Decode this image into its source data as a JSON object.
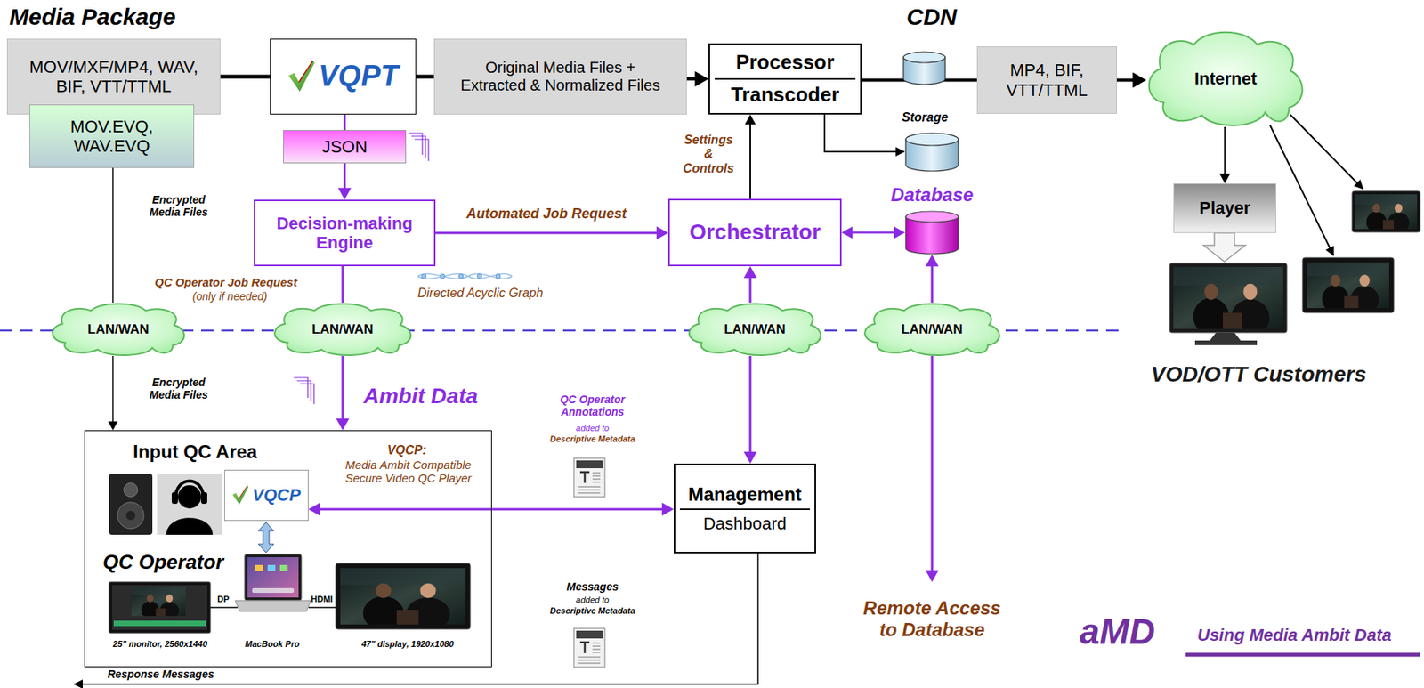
{
  "diagram": {
    "nodes": [
      {
        "text": [
          "MOV/MXF/MP4, WAV, BIF, VTT/TTML"
        ]
      },
      {
        "text": [
          "MOV.EVQ, WAV.EVQ"
        ]
      },
      {
        "text": [
          "VQPT"
        ]
      },
      {
        "text": [
          "JSON"
        ]
      },
      {
        "text": [
          "Original Media Files + Extracted & Normalized Files"
        ]
      },
      {
        "text": [
          "Processor",
          "Transcoder"
        ]
      },
      {
        "text": [
          "MP4, BIF, VTT/TTML"
        ]
      },
      {
        "text": [
          "Internet"
        ]
      },
      {
        "text": [
          "Player"
        ]
      },
      {
        "text": [
          "Decision-making Engine"
        ]
      },
      {
        "text": [
          "Orchestrator"
        ]
      },
      {
        "text": [
          "Database"
        ]
      },
      {
        "text": [
          "LAN/WAN"
        ]
      },
      {
        "text": [
          "LAN/WAN"
        ]
      },
      {
        "text": [
          "LAN/WAN"
        ]
      },
      {
        "text": [
          "LAN/WAN"
        ]
      },
      {
        "text": [
          "Input QC Area"
        ]
      },
      {
        "text": [
          "VQCP"
        ],
        "in": 16
      },
      {
        "text": [
          "Management",
          "Dashboard"
        ]
      },
      {
        "text": [
          "Remote Access to Database"
        ]
      }
    ],
    "edges": [
      {
        "from": 0,
        "to": 2,
        "arrow": "none"
      },
      {
        "from": 2,
        "to": 4,
        "arrow": "none"
      },
      {
        "from": 4,
        "to": 5,
        "arrow": "to"
      },
      {
        "from": 5,
        "to": 6,
        "arrow": "none"
      },
      {
        "from": 6,
        "to": 7,
        "arrow": "to"
      },
      {
        "from": 7,
        "to": 8,
        "arrow": "to"
      },
      {
        "from": 2,
        "to": 3,
        "arrow": "none"
      },
      {
        "from": 3,
        "to": 9,
        "arrow": "to"
      },
      {
        "from": 9,
        "to": 10,
        "arrow": "to"
      },
      {
        "from": 10,
        "to": 5,
        "arrow": "to"
      },
      {
        "from": 10,
        "to": 11,
        "arrow": "both"
      },
      {
        "from": 1,
        "to": 12,
        "arrow": "none"
      },
      {
        "from": 12,
        "to": 16,
        "arrow": "to"
      },
      {
        "from": 9,
        "to": 13,
        "arrow": "none"
      },
      {
        "from": 13,
        "to": 16,
        "arrow": "to"
      },
      {
        "from": 14,
        "to": 10,
        "arrow": "to"
      },
      {
        "from": 14,
        "to": 18,
        "arrow": "to"
      },
      {
        "from": 15,
        "to": 11,
        "arrow": "to"
      },
      {
        "from": 15,
        "to": 19,
        "arrow": "to"
      },
      {
        "from": 17,
        "to": 18,
        "arrow": "both"
      }
    ],
    "labels": [
      "Media Package",
      "CDN",
      "Storage",
      "Encrypted Media Files",
      "QC Operator Job Request",
      "(only if needed)",
      "Automated Job Request",
      "Directed Acyclic Graph",
      "Settings & Controls",
      "VOD/OTT Customers",
      "Encrypted Media Files",
      "Ambit Data",
      "QC Operator Annotations",
      "added to",
      "Descriptive Metadata",
      "VQCP:",
      "Media Ambit Compatible Secure Video QC Player",
      "QC Operator",
      "DP",
      "HDMI",
      "25\" monitor, 2560x1440",
      "MacBook Pro",
      "47\" display, 1920x1080",
      "Messages",
      "added to",
      "Descriptive Metadata",
      "Response Messages",
      "aMD",
      "Using Media Ambit Data"
    ]
  }
}
